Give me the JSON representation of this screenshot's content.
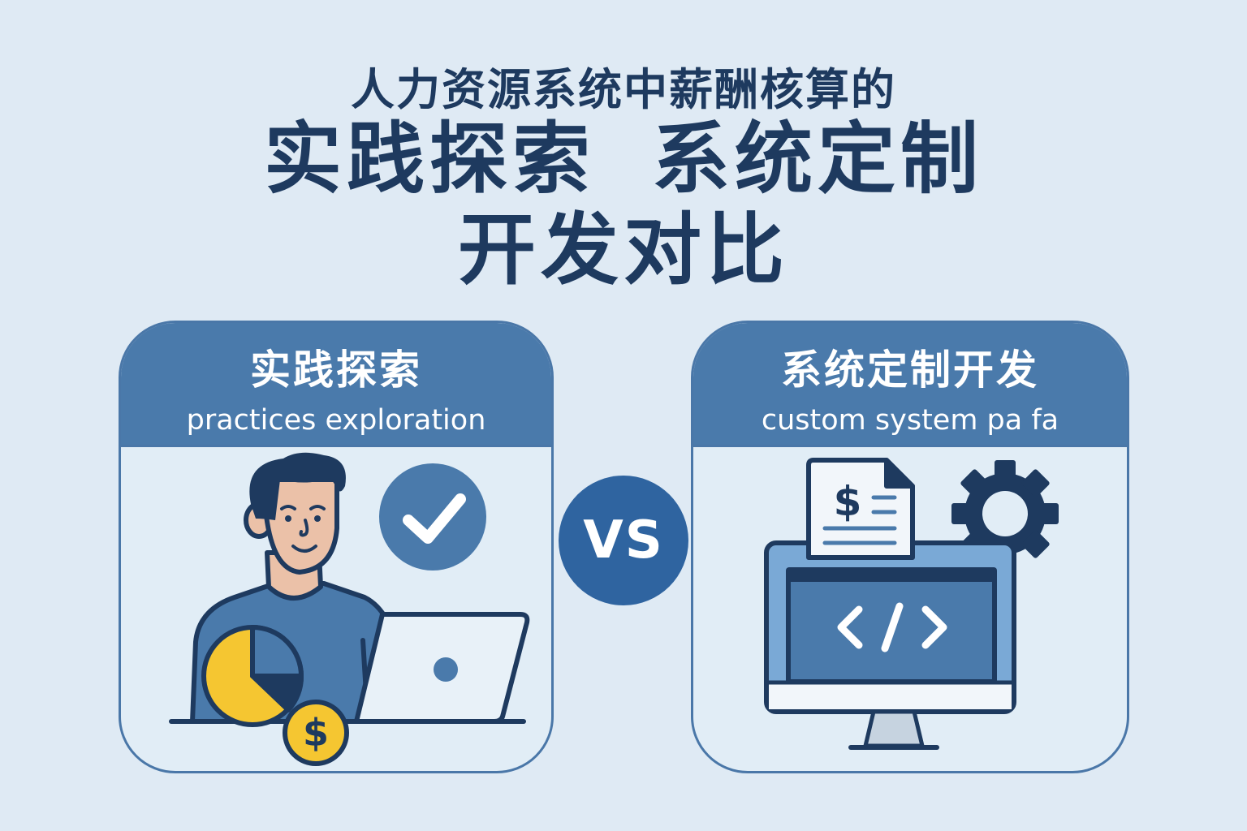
{
  "header": {
    "subtitle": "人力资源系统中薪酬核算的",
    "title_line1_part1": "实践探索",
    "title_line1_part2": "系统定制",
    "title_line2": "开发对比"
  },
  "cards": [
    {
      "title_cn": "实践探索",
      "title_en": "practices exploration",
      "illustration": [
        "person-icon",
        "check-circle-icon",
        "laptop-icon",
        "pie-chart-icon",
        "dollar-coin-icon"
      ]
    },
    {
      "title_cn": "系统定制开发",
      "title_en": "custom system pa fa",
      "illustration": [
        "monitor-icon",
        "code-icon",
        "invoice-document-icon",
        "gear-icon"
      ]
    }
  ],
  "vs_label": "VS",
  "colors": {
    "background": "#dfeaf4",
    "navy": "#1e3a5f",
    "card_header": "#4a7aab",
    "vs_circle": "#2f64a0",
    "yellow": "#f5c631",
    "skin": "#ebc1a8"
  }
}
